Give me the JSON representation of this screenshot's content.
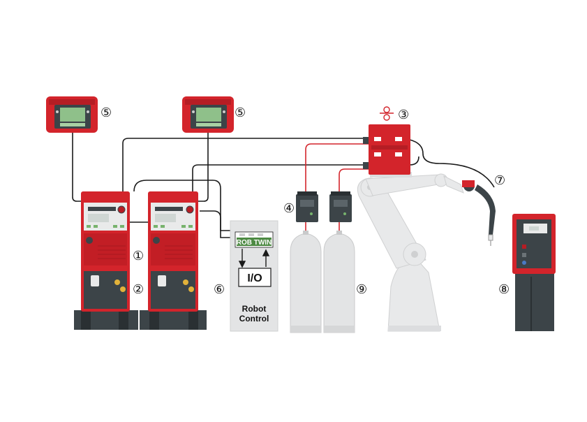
{
  "callouts": {
    "power_source": "①",
    "cooling_unit": "②",
    "wire_feeder": "③",
    "gas_valve": "④",
    "remote_left": "⑤",
    "remote_right": "⑤",
    "robot_control": "⑥",
    "torch": "⑦",
    "cleaning_station": "⑧",
    "gas_cylinders": "⑨"
  },
  "robot_control": {
    "module_label": "ROB TWIN",
    "io_label": "I/O",
    "label_line1": "Robot",
    "label_line2": "Control"
  },
  "colors": {
    "housing_red": "#d3242b",
    "dark_panel": "#3c4448",
    "screen_green": "#8fc08a",
    "cabinet_grey": "#e3e4e5",
    "robot_grey": "#e8e9ea",
    "cable_black": "#1a1a1a",
    "gas_hose_red": "#d3242b"
  }
}
